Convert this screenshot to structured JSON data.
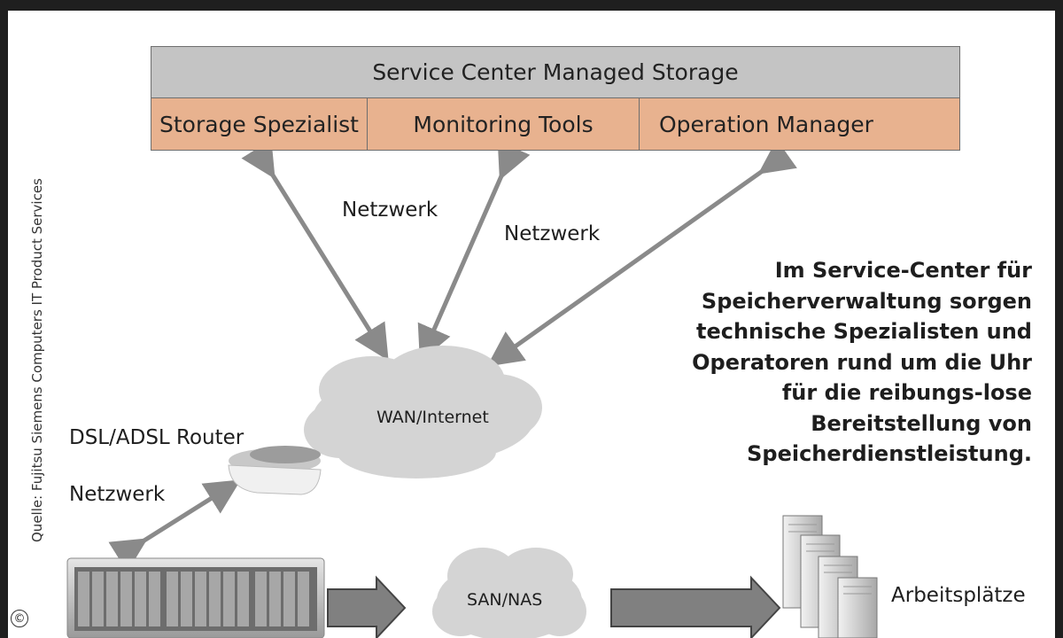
{
  "service_center": {
    "title": "Service Center Managed Storage",
    "cells": [
      "Storage Spezialist",
      "Monitoring Tools",
      "Operation Manager"
    ]
  },
  "labels": {
    "netzwerk_1": "Netzwerk",
    "netzwerk_2": "Netzwerk",
    "netzwerk_3": "Netzwerk",
    "wan": "WAN/Internet",
    "router": "DSL/ADSL Router",
    "san": "SAN/NAS",
    "arbeitsplaetze": "Arbeitsplätze"
  },
  "description": "Im Service-Center für Speicherverwaltung sorgen technische Spezialisten und Operatoren rund um die Uhr für die reibungs-lose Bereitstellung von Speicherdienstleistung.",
  "source": "Quelle: Fujitsu Siemens Computers IT Product Services",
  "copyright": "©",
  "colors": {
    "header": "#c4c4c4",
    "cells": "#e8b28f",
    "cloud": "#d4d4d4",
    "arrow": "#8a8a8a"
  }
}
